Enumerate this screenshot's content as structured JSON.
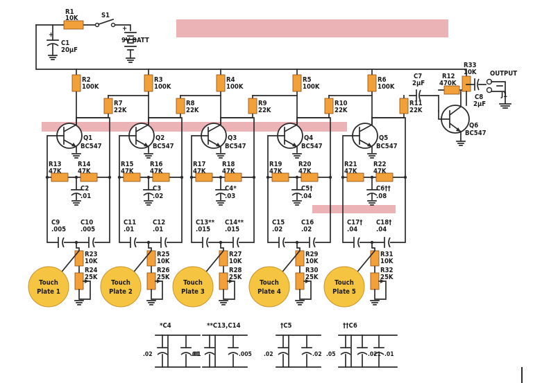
{
  "power": {
    "r1": {
      "name": "R1",
      "value": "10K"
    },
    "s1": "S1",
    "c1": {
      "name": "C1",
      "value": "20μF"
    },
    "batt": "9V BATT",
    "plus": "+",
    "minus": "−"
  },
  "stages": [
    {
      "rc": [
        "R2",
        "100K"
      ],
      "rb": [
        "R7",
        "22K"
      ],
      "q": [
        "Q1",
        "BC547"
      ],
      "ra": [
        "R13",
        "47K"
      ],
      "rbb": [
        "R14",
        "47K"
      ],
      "cm": [
        "C2",
        ".01"
      ],
      "cl": [
        "C9",
        ".005"
      ],
      "cr": [
        "C10",
        ".005"
      ],
      "rt": [
        "R23",
        "10K"
      ],
      "rp": [
        "R24",
        "25K"
      ],
      "plate": [
        "Touch",
        "Plate 1"
      ]
    },
    {
      "rc": [
        "R3",
        "100K"
      ],
      "rb": [
        "R8",
        "22K"
      ],
      "q": [
        "Q2",
        "BC547"
      ],
      "ra": [
        "R15",
        "47K"
      ],
      "rbb": [
        "R16",
        "47K"
      ],
      "cm": [
        "C3",
        ".02"
      ],
      "cl": [
        "C11",
        ".01"
      ],
      "cr": [
        "C12",
        ".01"
      ],
      "rt": [
        "R25",
        "10K"
      ],
      "rp": [
        "R26",
        "25K"
      ],
      "plate": [
        "Touch",
        "Plate 2"
      ]
    },
    {
      "rc": [
        "R4",
        "100K"
      ],
      "rb": [
        "R9",
        "22K"
      ],
      "q": [
        "Q3",
        "BC547"
      ],
      "ra": [
        "R17",
        "47K"
      ],
      "rbb": [
        "R18",
        "47K"
      ],
      "cm": [
        "C4*",
        ".03"
      ],
      "cl": [
        "C13**",
        ".015"
      ],
      "cr": [
        "C14**",
        ".015"
      ],
      "rt": [
        "R27",
        "10K"
      ],
      "rp": [
        "R28",
        "25K"
      ],
      "plate": [
        "Touch",
        "Plate 3"
      ]
    },
    {
      "rc": [
        "R5",
        "100K"
      ],
      "rb": [
        "R10",
        "22K"
      ],
      "q": [
        "Q4",
        "BC547"
      ],
      "ra": [
        "R19",
        "47K"
      ],
      "rbb": [
        "R20",
        "47K"
      ],
      "cm": [
        "C5†",
        ".04"
      ],
      "cl": [
        "C15",
        ".02"
      ],
      "cr": [
        "C16",
        ".02"
      ],
      "rt": [
        "R29",
        "10K"
      ],
      "rp": [
        "R30",
        "25K"
      ],
      "plate": [
        "Touch",
        "Plate 4"
      ]
    },
    {
      "rc": [
        "R6",
        "100K"
      ],
      "rb": [
        "R11",
        "22K"
      ],
      "q": [
        "Q5",
        "BC547"
      ],
      "ra": [
        "R21",
        "47K"
      ],
      "rbb": [
        "R22",
        "47K"
      ],
      "cm": [
        "C6††",
        ".08"
      ],
      "cl": [
        "C17†",
        ".04"
      ],
      "cr": [
        "C18†",
        ".04"
      ],
      "rt": [
        "R31",
        "10K"
      ],
      "rp": [
        "R32",
        "25K"
      ],
      "plate": [
        "Touch",
        "Plate 5"
      ]
    }
  ],
  "output": {
    "c7": {
      "name": "C7",
      "value": "2μF"
    },
    "r12": {
      "name": "R12",
      "value": "470K"
    },
    "r33": {
      "name": "R33",
      "value": "10K"
    },
    "c8": {
      "name": "C8",
      "value": "2μF"
    },
    "q6": {
      "name": "Q6",
      "value": "BC547"
    },
    "label": "OUTPUT",
    "jack": "J1"
  },
  "legend": [
    {
      "title": "*C4",
      "values": [
        ".02",
        ".01"
      ]
    },
    {
      "title": "**C13,C14",
      "values": [
        ".01",
        ".005"
      ]
    },
    {
      "title": "†C5",
      "values": [
        ".02",
        ".02"
      ]
    },
    {
      "title": "††C6",
      "values": [
        ".05",
        ".021",
        ".01"
      ]
    }
  ],
  "colors": {
    "resistor": "#f1a03a",
    "plate": "#f5c542",
    "wire": "#2a2a2a"
  }
}
